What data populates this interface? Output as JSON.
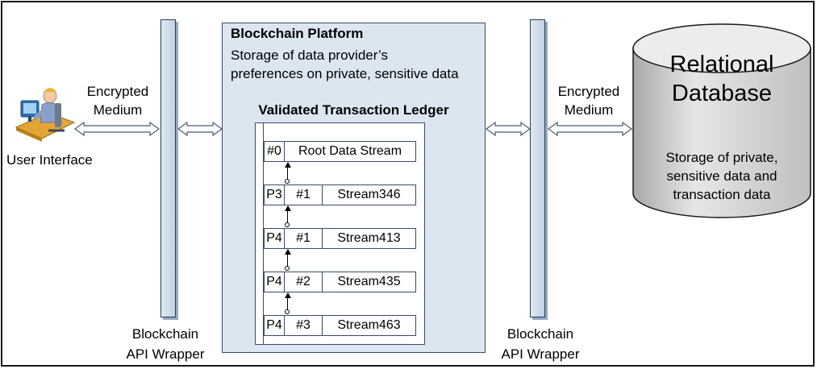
{
  "user_interface": {
    "label": "User Interface"
  },
  "left_medium": {
    "line1": "Encrypted",
    "line2": "Medium"
  },
  "right_medium": {
    "line1": "Encrypted",
    "line2": "Medium"
  },
  "left_wrapper": {
    "line1": "Blockchain",
    "line2": "API Wrapper"
  },
  "right_wrapper": {
    "line1": "Blockchain",
    "line2": "API Wrapper"
  },
  "platform": {
    "title": "Blockchain Platform",
    "desc_line1": "Storage of data provider’s",
    "desc_line2": "preferences on private, sensitive data",
    "ledger_title": "Validated Transaction Ledger"
  },
  "ledger": {
    "root": {
      "index": "#0",
      "name": "Root Data Stream"
    },
    "rows": [
      {
        "provider": "P3",
        "index": "#1",
        "name": "Stream346"
      },
      {
        "provider": "P4",
        "index": "#1",
        "name": "Stream413"
      },
      {
        "provider": "P4",
        "index": "#2",
        "name": "Stream435"
      },
      {
        "provider": "P4",
        "index": "#3",
        "name": "Stream463"
      }
    ]
  },
  "database": {
    "title_line1": "Relational",
    "title_line2": "Database",
    "desc_line1": "Storage of private,",
    "desc_line2": "sensitive data and",
    "desc_line3": "transaction data"
  },
  "colors": {
    "platform_fill": "#dce6f1",
    "wrapper_fill": "#c9d8e7",
    "database_fill": "#d9d9d9",
    "outline": "#3a4b63"
  },
  "icons": {
    "user": "person-at-computer-icon"
  }
}
